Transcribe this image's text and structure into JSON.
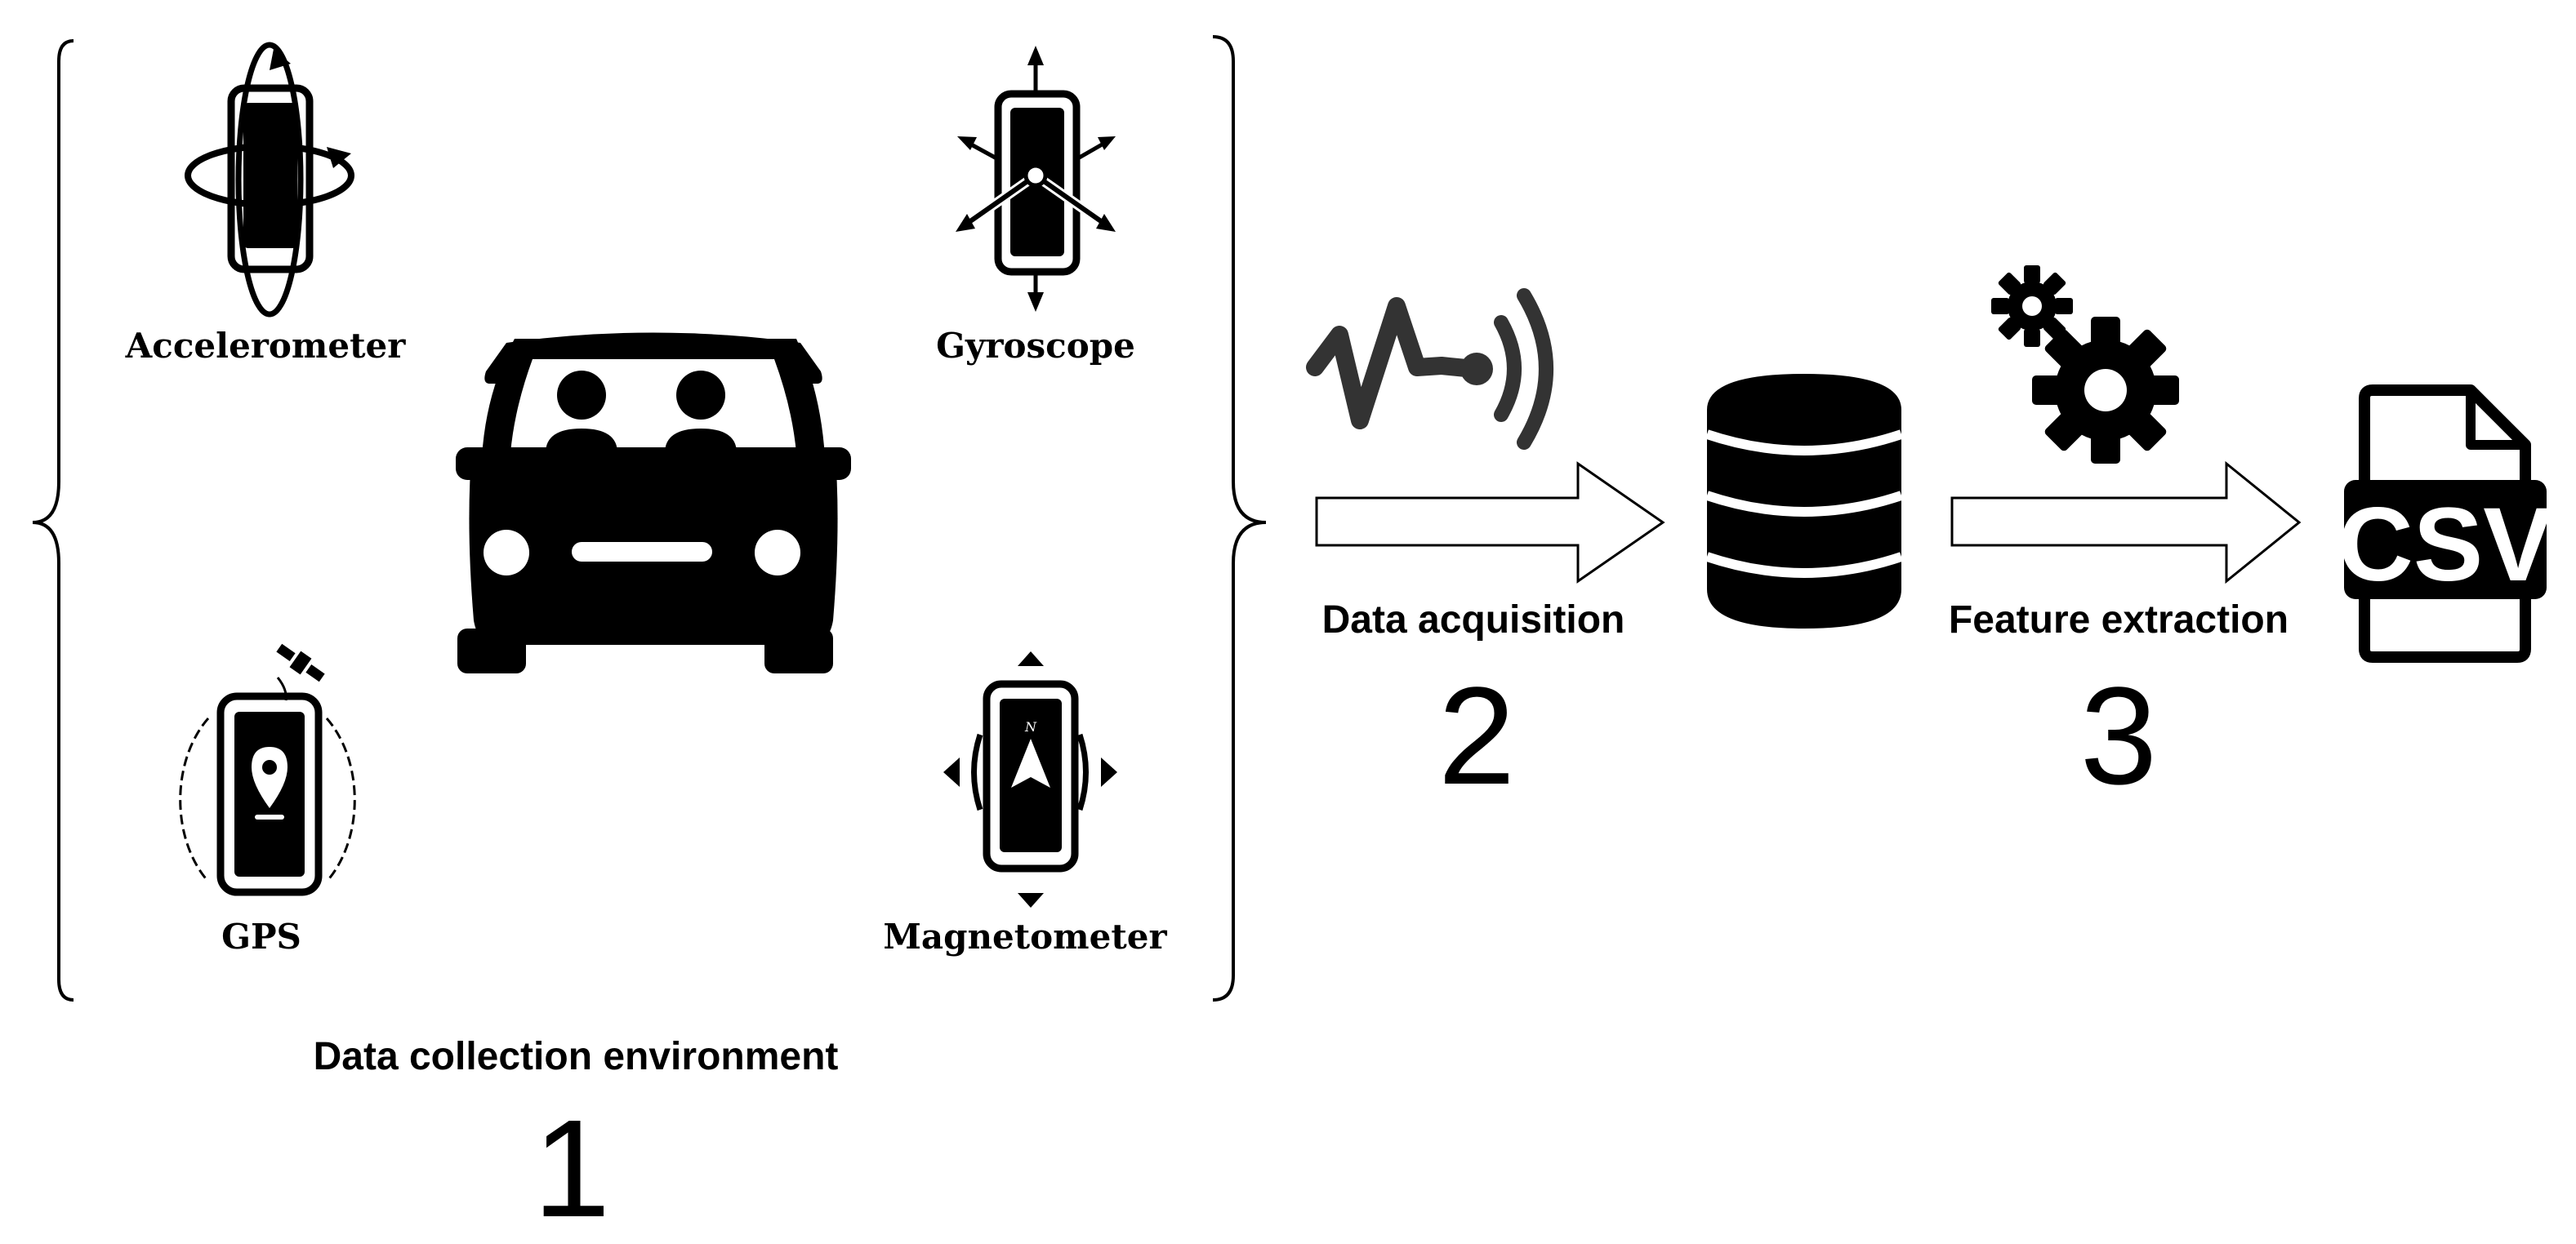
{
  "sensors": {
    "accelerometer": "Accelerometer",
    "gyroscope": "Gyroscope",
    "gps": "GPS",
    "magnetometer": "Magnetometer"
  },
  "stages": {
    "collection": {
      "label": "Data collection environment",
      "number": "1"
    },
    "acquisition": {
      "label": "Data acquisition",
      "number": "2"
    },
    "extraction": {
      "label": "Feature extraction",
      "number": "3"
    }
  },
  "output": {
    "file_type": "CSV"
  },
  "icons": [
    "phone-rotation-icon",
    "phone-axes-icon",
    "phone-gps-icon",
    "phone-compass-icon",
    "car-icon",
    "signal-wave-icon",
    "database-icon",
    "gears-icon",
    "csv-file-icon"
  ],
  "colors": {
    "ink": "#000000",
    "background": "#ffffff"
  }
}
